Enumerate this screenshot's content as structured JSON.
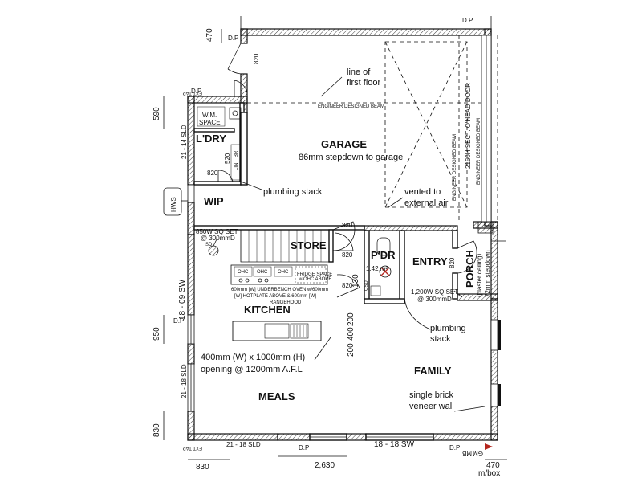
{
  "rooms": {
    "garage": "GARAGE",
    "laundry": "L'DRY",
    "wip": "WIP",
    "store": "STORE",
    "pdr": "P'DR",
    "entry": "ENTRY",
    "porch": "PORCH",
    "kitchen": "KITCHEN",
    "family": "FAMILY",
    "meals": "MEALS"
  },
  "notes": {
    "garage_step": "86mm stepdown to garage",
    "first_floor_1": "line of",
    "first_floor_2": "first floor",
    "beam_h": "ENGINEER DESIGNED BEAM",
    "beam_v1": "ENGINEER DESIGNED BEAM",
    "beam_v2": "ENGINEER DESIGNED BEAM",
    "ohead_door": "2150H SECT. O'HEAD DOOR",
    "plumbing_stack_1": "plumbing stack",
    "vented_1": "vented to",
    "vented_2": "external air",
    "porch_ceiling": "(plaster ceiling)",
    "porch_step": "72mm stepdown",
    "plumbing_stack_2a": "plumbing",
    "plumbing_stack_2b": "stack",
    "window_1": "400mm (W) x 1000mm (H)",
    "window_2": "opening @ 1200mm A.F.L",
    "brick_1": "single brick",
    "brick_2": "veneer wall",
    "sq_set_1": "850W SQ SET",
    "sq_set_1b": "@ 300mmD",
    "sd": "SD",
    "sq_set_2": "1,200W SQ SET",
    "sq_set_2b": "@ 300mmD",
    "hob_1": "600mm [W] UNDERBENCH OVEN w/600mm",
    "hob_2": "[W] HOTPLATE ABOVE & 600mm [W]",
    "hob_3": "RANGEHOOD",
    "fridge_1": "FRIDGE SPACE",
    "fridge_2": "w/OHC ABOVE",
    "ohc": "OHC",
    "wm_1": "W.M.",
    "wm_2": "SPACE",
    "lin": "LIN",
    "br": "BR",
    "hws": "HWS",
    "area_1": "1.42 m²",
    "csd": "CSD",
    "ext_tap": "EXT TAP",
    "dp": "D.P",
    "gm": "GM",
    "mb": "MB",
    "mbox": "m/box"
  },
  "dims": {
    "d470_top": "470",
    "d590": "590",
    "d950": "950",
    "d830_side": "830",
    "d830_bottom": "830",
    "d2630": "2,630",
    "d470_bottom": "470",
    "d820_garage": "820",
    "d820_ldry": "820",
    "d820_store_a": "820",
    "d820_store_b": "820",
    "d820_pdr": "820",
    "d820_entry": "820",
    "d520": "520",
    "d130": "130",
    "d200": "200",
    "d400": "400",
    "d200b": "200",
    "sld_1": "21 - 14 SLD",
    "sw_1": "18 - 09 SW",
    "sld_2": "21 - 18 SLD",
    "sld_3": "21 - 18 SLD",
    "sw_2": "18 - 18 SW"
  }
}
